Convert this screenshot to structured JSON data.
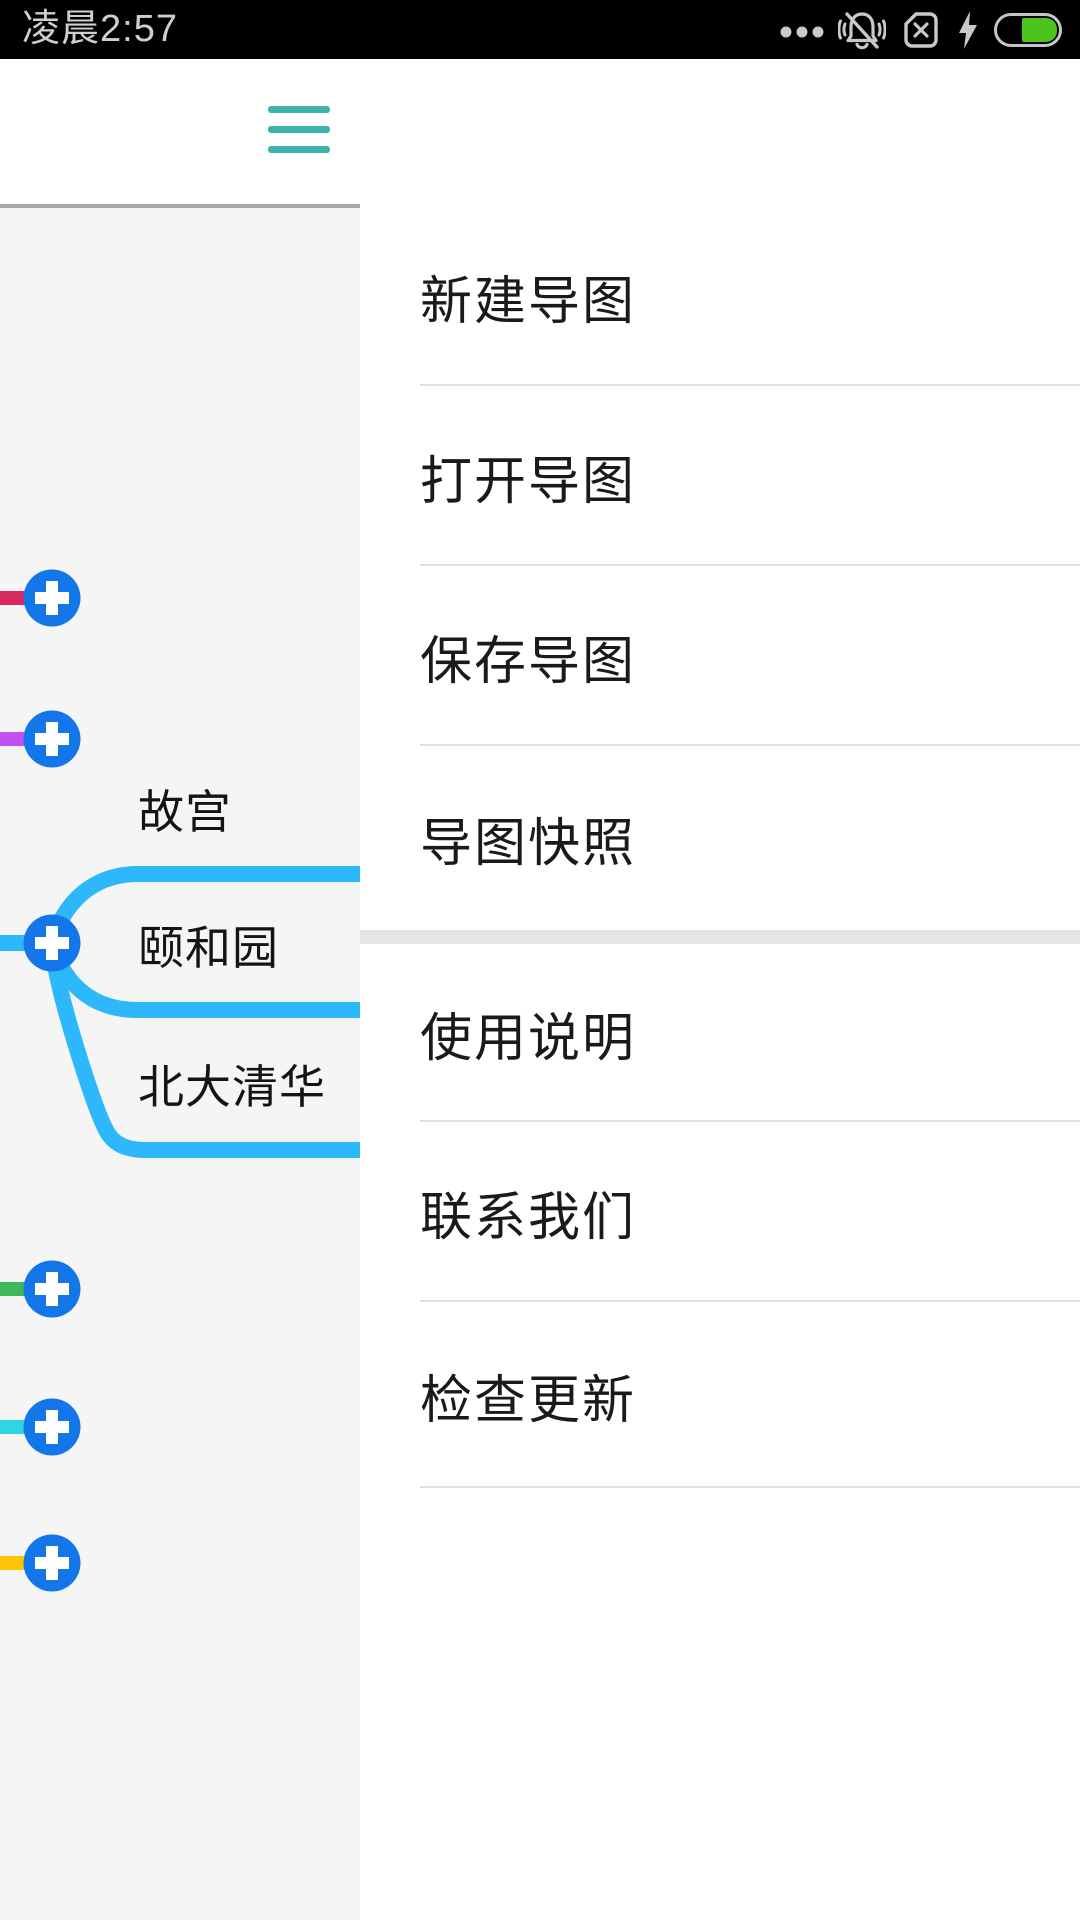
{
  "status_bar": {
    "time": "凌晨2:57",
    "icons": [
      "more",
      "mute",
      "no-sim",
      "charging",
      "battery"
    ],
    "battery_fill_percent": 56
  },
  "header": {
    "menu_icon": "hamburger"
  },
  "menu": {
    "primary": [
      {
        "label": "新建导图"
      },
      {
        "label": "打开导图"
      },
      {
        "label": "保存导图"
      },
      {
        "label": "导图快照"
      }
    ],
    "secondary": [
      {
        "label": "使用说明"
      },
      {
        "label": "联系我们"
      },
      {
        "label": "检查更新"
      }
    ]
  },
  "mindmap": {
    "nodes": [
      {
        "label": "故宫"
      },
      {
        "label": "颐和园"
      },
      {
        "label": "北大清华"
      }
    ],
    "add_buttons_count": 6,
    "branch_colors": {
      "red": "#d7295f",
      "purple": "#c14ff2",
      "blue": "#2cb8fa",
      "green": "#3cba58",
      "cyan": "#2ed5e2",
      "yellow": "#ffc404"
    },
    "add_button_color": "#1377e9"
  },
  "colors": {
    "accent_teal": "#3eb2a8",
    "status_bar_bg": "#000000",
    "battery_green": "#4bc41e",
    "map_panel_bg": "#f4f5f4",
    "divider_thin": "#dfdfdf",
    "divider_thick": "#e5e5e5",
    "header_divider": "#a9a9a9"
  }
}
